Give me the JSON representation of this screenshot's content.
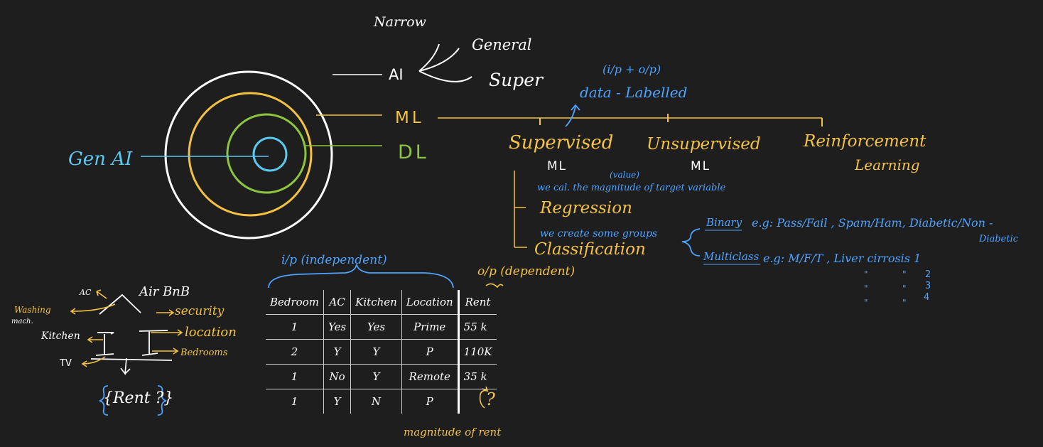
{
  "colors": {
    "background": "#1e1e1e",
    "white": "#ffffff",
    "yellow": "#f4c242",
    "green": "#8cc63f",
    "blue": "#4da3ff",
    "cyan": "#5bc8f0"
  },
  "ai_types": {
    "narrow": "Narrow",
    "general": "General",
    "super": "Super"
  },
  "layers": {
    "ai": "AI",
    "ml": "ML",
    "dl": "DL",
    "gen_ai": "Gen AI"
  },
  "ml_types": {
    "supervised": "Supervised",
    "supervised_sub": "ML",
    "unsupervised": "Unsupervised",
    "unsupervised_sub": "ML",
    "reinforcement": "Reinforcement",
    "reinforcement_sub": "Learning"
  },
  "supervised_note": {
    "io": "(i/p + o/p)",
    "data_labelled": "data - Labelled"
  },
  "regression": {
    "value_note": "(value)",
    "description": "we cal. the magnitude of target variable",
    "label": "Regression"
  },
  "classification": {
    "description": "we create some groups",
    "label": "Classification",
    "binary": "Binary",
    "binary_examples": "e.g: Pass/Fail , Spam/Ham, Diabetic/Non -",
    "binary_examples_cont": "Diabetic",
    "multiclass": "Multiclass",
    "multiclass_examples": "e.g: M/F/T , Liver cirrosis 1",
    "ditto_numbers": [
      "2",
      "3",
      "4"
    ],
    "ditto_mark": "\""
  },
  "airbnb": {
    "title": "Air BnB",
    "features": {
      "ac": "AC",
      "washing": "Washing",
      "washing2": "mach.",
      "kitchen": "Kitchen",
      "tv": "TV",
      "security": "security",
      "location": "location",
      "bedrooms": "Bedrooms"
    },
    "rent_question": "{Rent ?}"
  },
  "table": {
    "input_label": "i/p (independent)",
    "output_label": "o/p (dependent)",
    "headers": [
      "Bedroom",
      "AC",
      "Kitchen",
      "Location",
      "Rent"
    ],
    "rows": [
      [
        "1",
        "Yes",
        "Yes",
        "Prime",
        "55 k"
      ],
      [
        "2",
        "Y",
        "Y",
        "P",
        "110K"
      ],
      [
        "1",
        "No",
        "Y",
        "Remote",
        "35 k"
      ],
      [
        "1",
        "Y",
        "N",
        "P",
        ""
      ]
    ],
    "unknown_mark": "?",
    "magnitude_note": "magnitude of rent"
  }
}
